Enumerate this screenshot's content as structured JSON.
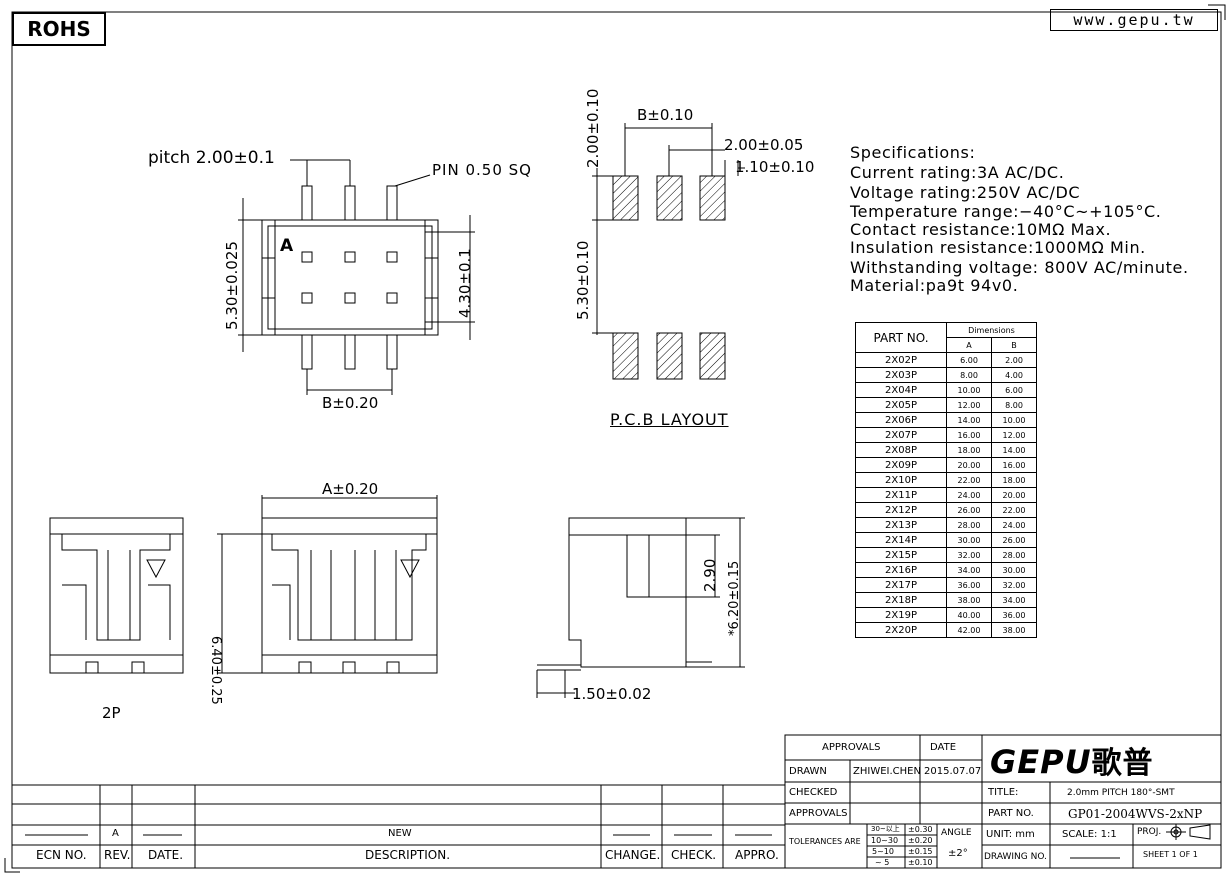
{
  "header": {
    "rohs": "ROHS",
    "website": "www.gepu.tw"
  },
  "drawing": {
    "pitch_label": "pitch 2.00±0.1",
    "pin_label": "PIN 0.50 SQ",
    "pin_a": "A",
    "dim_530_025": "5.30±0.025",
    "dim_430_01": "4.30±0.1",
    "dim_b_020": "B±0.20",
    "pcb_b_010": "B±0.10",
    "pcb_200_010": "2.00±0.10",
    "pcb_200_005": "2.00±0.05",
    "pcb_110_010": "1.10±0.10",
    "pcb_530_010": "5.30±0.10",
    "pcb_title": "P.C.B LAYOUT",
    "dim_a_020": "A±0.20",
    "dim_640_025": "6.40±0.25",
    "dim_290": "2.90",
    "dim_620_015": "*6.20±0.15",
    "dim_150_002": "1.50±0.02",
    "view_2p": "2P"
  },
  "specifications": {
    "title": "Specifications:",
    "lines": [
      "Current rating:3A AC/DC.",
      "Voltage rating:250V AC/DC",
      "Temperature range:−40°C~+105°C.",
      "Contact resistance:10MΩ Max.",
      "Insulation resistance:1000MΩ Min.",
      "Withstanding voltage: 800V AC/minute.",
      "Material:pa9t 94v0."
    ]
  },
  "parts_table": {
    "col_part": "PART NO.",
    "col_dim": "Dimensions",
    "col_a": "A",
    "col_b": "B",
    "rows": [
      {
        "part": "2X02P",
        "a": "6.00",
        "b": "2.00"
      },
      {
        "part": "2X03P",
        "a": "8.00",
        "b": "4.00"
      },
      {
        "part": "2X04P",
        "a": "10.00",
        "b": "6.00"
      },
      {
        "part": "2X05P",
        "a": "12.00",
        "b": "8.00"
      },
      {
        "part": "2X06P",
        "a": "14.00",
        "b": "10.00"
      },
      {
        "part": "2X07P",
        "a": "16.00",
        "b": "12.00"
      },
      {
        "part": "2X08P",
        "a": "18.00",
        "b": "14.00"
      },
      {
        "part": "2X09P",
        "a": "20.00",
        "b": "16.00"
      },
      {
        "part": "2X10P",
        "a": "22.00",
        "b": "18.00"
      },
      {
        "part": "2X11P",
        "a": "24.00",
        "b": "20.00"
      },
      {
        "part": "2X12P",
        "a": "26.00",
        "b": "22.00"
      },
      {
        "part": "2X13P",
        "a": "28.00",
        "b": "24.00"
      },
      {
        "part": "2X14P",
        "a": "30.00",
        "b": "26.00"
      },
      {
        "part": "2X15P",
        "a": "32.00",
        "b": "28.00"
      },
      {
        "part": "2X16P",
        "a": "34.00",
        "b": "30.00"
      },
      {
        "part": "2X17P",
        "a": "36.00",
        "b": "32.00"
      },
      {
        "part": "2X18P",
        "a": "38.00",
        "b": "34.00"
      },
      {
        "part": "2X19P",
        "a": "40.00",
        "b": "36.00"
      },
      {
        "part": "2X20P",
        "a": "42.00",
        "b": "38.00"
      }
    ]
  },
  "revision_block": {
    "rev": "A",
    "description": "NEW",
    "headers": [
      "ECN NO.",
      "REV.",
      "DATE.",
      "DESCRIPTION.",
      "CHANGE.",
      "CHECK.",
      "APPRO."
    ]
  },
  "title_block": {
    "approvals": "APPROVALS",
    "date": "DATE",
    "drawn": "DRAWN",
    "drawn_by": "ZHIWEI.CHEN",
    "drawn_date": "2015.07.07",
    "checked": "CHECKED",
    "approvals2": "APPROVALS",
    "tolerances": "TOLERANCES ARE",
    "tol_rows": [
      {
        "range": "30~以上",
        "tol": "±0.30"
      },
      {
        "range": "10~30",
        "tol": "±0.20"
      },
      {
        "range": "5~10",
        "tol": "±0.15"
      },
      {
        "range": "~ 5",
        "tol": "±0.10"
      }
    ],
    "angle": "ANGLE",
    "angle_tol": "±2°",
    "logo": "GEPU",
    "logo_cn": "歌普",
    "title_label": "TITLE:",
    "title_value": "2.0mm PITCH 180°-SMT",
    "part_label": "PART NO.",
    "part_value": "GP01-2004WVS-2xNP",
    "unit": "UNIT: mm",
    "scale": "SCALE: 1:1",
    "proj": "PROJ.",
    "drawing_no": "DRAWING NO.",
    "sheet": "SHEET 1 OF 1"
  }
}
